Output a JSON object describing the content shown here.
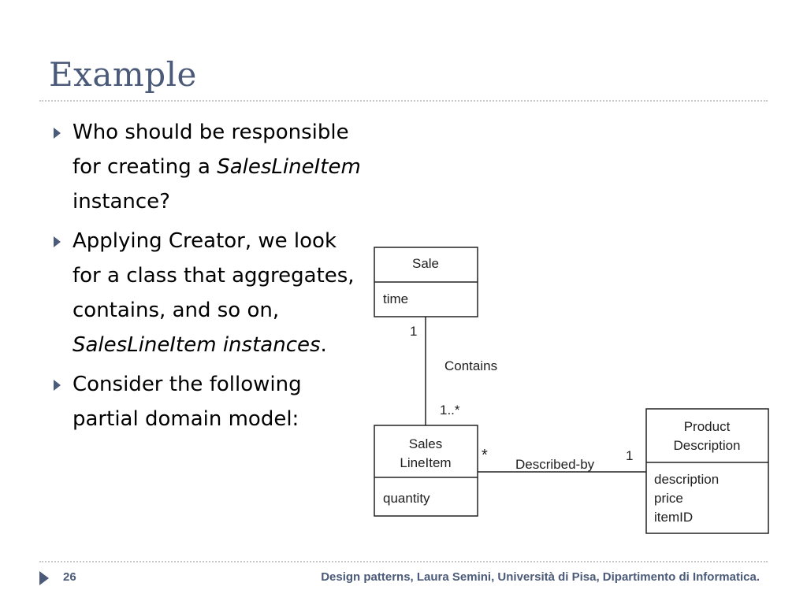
{
  "slide": {
    "title": "Example",
    "page_number": "26",
    "footer": "Design patterns, Laura Semini, Università di Pisa, Dipartimento di Informatica."
  },
  "bullets": [
    {
      "before": "Who should be responsible for creating a ",
      "em": "SalesLineItem",
      "after": " instance?"
    },
    {
      "before": "Applying Creator, we look for a class that aggregates, contains, and so on, ",
      "em": "SalesLineItem instances",
      "after": "."
    },
    {
      "before": "Consider the following partial domain model:",
      "em": "",
      "after": ""
    }
  ],
  "diagram": {
    "sale": {
      "name": "Sale",
      "attributes": [
        "time"
      ]
    },
    "sales_line_item": {
      "name_lines": [
        "Sales",
        "LineItem"
      ],
      "attributes": [
        "quantity"
      ]
    },
    "product_description": {
      "name_lines": [
        "Product",
        "Description"
      ],
      "attributes": [
        "description",
        "price",
        "itemID"
      ]
    },
    "contains": {
      "label": "Contains",
      "sale_multiplicity": "1",
      "item_multiplicity": "1..*"
    },
    "described_by": {
      "label": "Described-by",
      "item_multiplicity": "*",
      "product_multiplicity": "1"
    }
  }
}
